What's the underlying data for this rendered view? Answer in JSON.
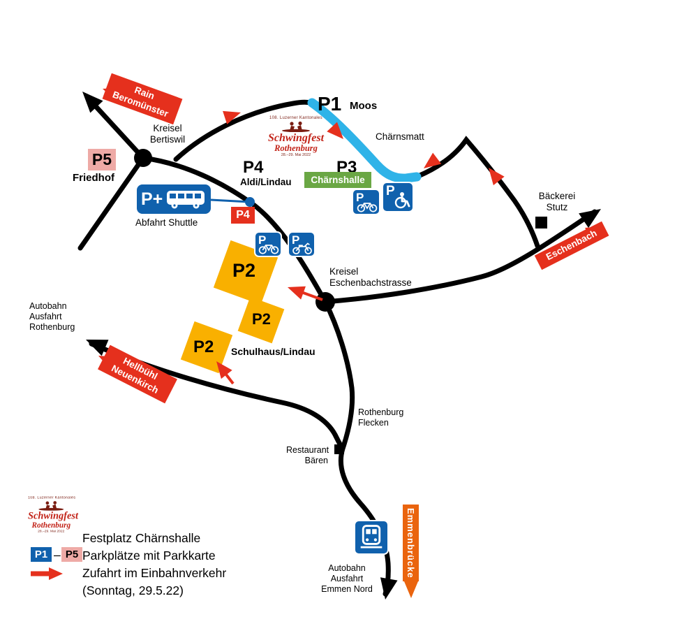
{
  "colors": {
    "red": "#e5301d",
    "blue": "#1061ad",
    "cyan": "#2fb3e8",
    "yellow": "#f9b000",
    "green": "#6aa744",
    "pink": "#eeaaa6",
    "orange": "#ea640e",
    "road": "#000000"
  },
  "logo": {
    "top": "108. Luzerner Kantonales",
    "title": "Schwingfest",
    "subtitle": "Rothenburg",
    "date": "28.–29. Mai 2022"
  },
  "banners": {
    "beromuenster": {
      "line1": "Rain",
      "line2": "Beromünster"
    },
    "hellbuehl": {
      "line1": "Hellbühl",
      "line2": "Neuenkirch"
    },
    "eschenbach": "Eschenbach",
    "emmenbruecke": "Emmenbrücke"
  },
  "labels": {
    "kreisel_bertiswil": {
      "line1": "Kreisel",
      "line2": "Bertiswil"
    },
    "p5": "P5",
    "friedhof": "Friedhof",
    "p1": "P1",
    "moos": "Moos",
    "chaernsmatt": "Chärnsmatt",
    "p4": "P4",
    "aldi_lindau": "Aldi/Lindau",
    "p4_badge": "P4",
    "p3": "P3",
    "chaernshalle": "Chärnshalle",
    "shuttle": "P+",
    "abfahrt_shuttle": "Abfahrt Shuttle",
    "p2": "P2",
    "schulhaus": "Schulhaus/Lindau",
    "kreisel_eschenbach": {
      "line1": "Kreisel",
      "line2": "Eschenbachstrasse"
    },
    "baeckerei": {
      "line1": "Bäckerei",
      "line2": "Stutz"
    },
    "autobahn_rothenburg": {
      "line1": "Autobahn",
      "line2": "Ausfahrt",
      "line3": "Rothenburg"
    },
    "rothenburg_flecken": {
      "line1": "Rothenburg",
      "line2": "Flecken"
    },
    "restaurant_baeren": {
      "line1": "Restaurant",
      "line2": "Bären"
    },
    "autobahn_emmen": {
      "line1": "Autobahn",
      "line2": "Ausfahrt",
      "line3": "Emmen Nord"
    }
  },
  "legend": {
    "festplatz": "Festplatz Chärnshalle",
    "p1_badge": "P1",
    "range_dash": "–",
    "p5_badge": "P5",
    "parkplaetze": "Parkplätze mit Parkkarte",
    "zufahrt": "Zufahrt im Einbahnverkehr",
    "sonntag": "(Sonntag, 29.5.22)"
  }
}
